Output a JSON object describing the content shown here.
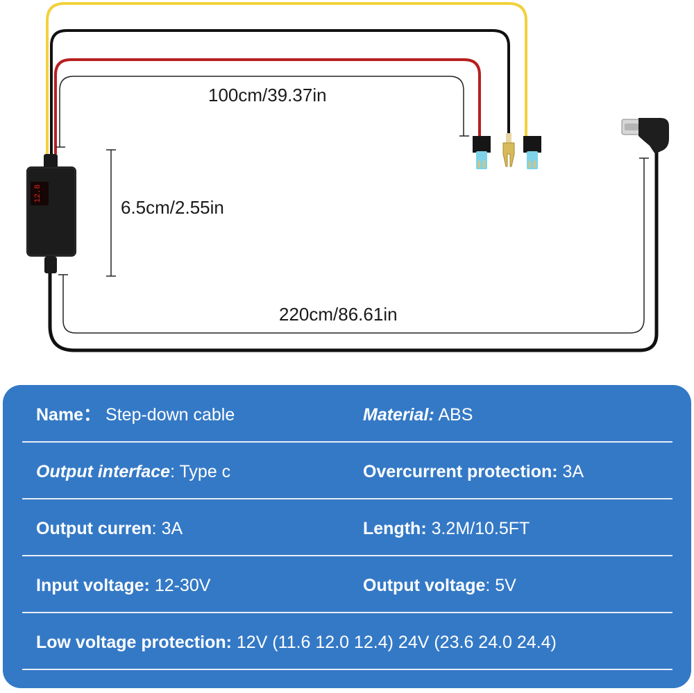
{
  "diagram": {
    "top_length": "100cm/39.37in",
    "box_height": "6.5cm/2.55in",
    "bottom_length": "220cm/86.61in",
    "display_reading": "12.8",
    "colors": {
      "yellow_wire": "#f2d13c",
      "red_wire": "#b81f1f",
      "black_wire": "#111111",
      "fuse": "#7fd3e8",
      "display": "#e0241b"
    }
  },
  "specs": {
    "name_key": "Name：",
    "name_val": " Step-down cable",
    "material_key": "Material:",
    "material_val": " ABS",
    "output_interface_key": "Output interface",
    "output_interface_val": ": Type c",
    "overcurrent_key": "Overcurrent protection:",
    "overcurrent_val": " 3A",
    "output_current_key": "Output curren",
    "output_current_val": ": 3A",
    "length_key": "Length:",
    "length_val": "  3.2M/10.5FT",
    "input_voltage_key": "Input voltage:",
    "input_voltage_val": " 12-30V",
    "output_voltage_key": "Output voltage",
    "output_voltage_val": ": 5V",
    "low_voltage_key": "Low voltage protection:",
    "low_voltage_val": " 12V (11.6 12.0 12.4) 24V (23.6 24.0 24.4)"
  }
}
